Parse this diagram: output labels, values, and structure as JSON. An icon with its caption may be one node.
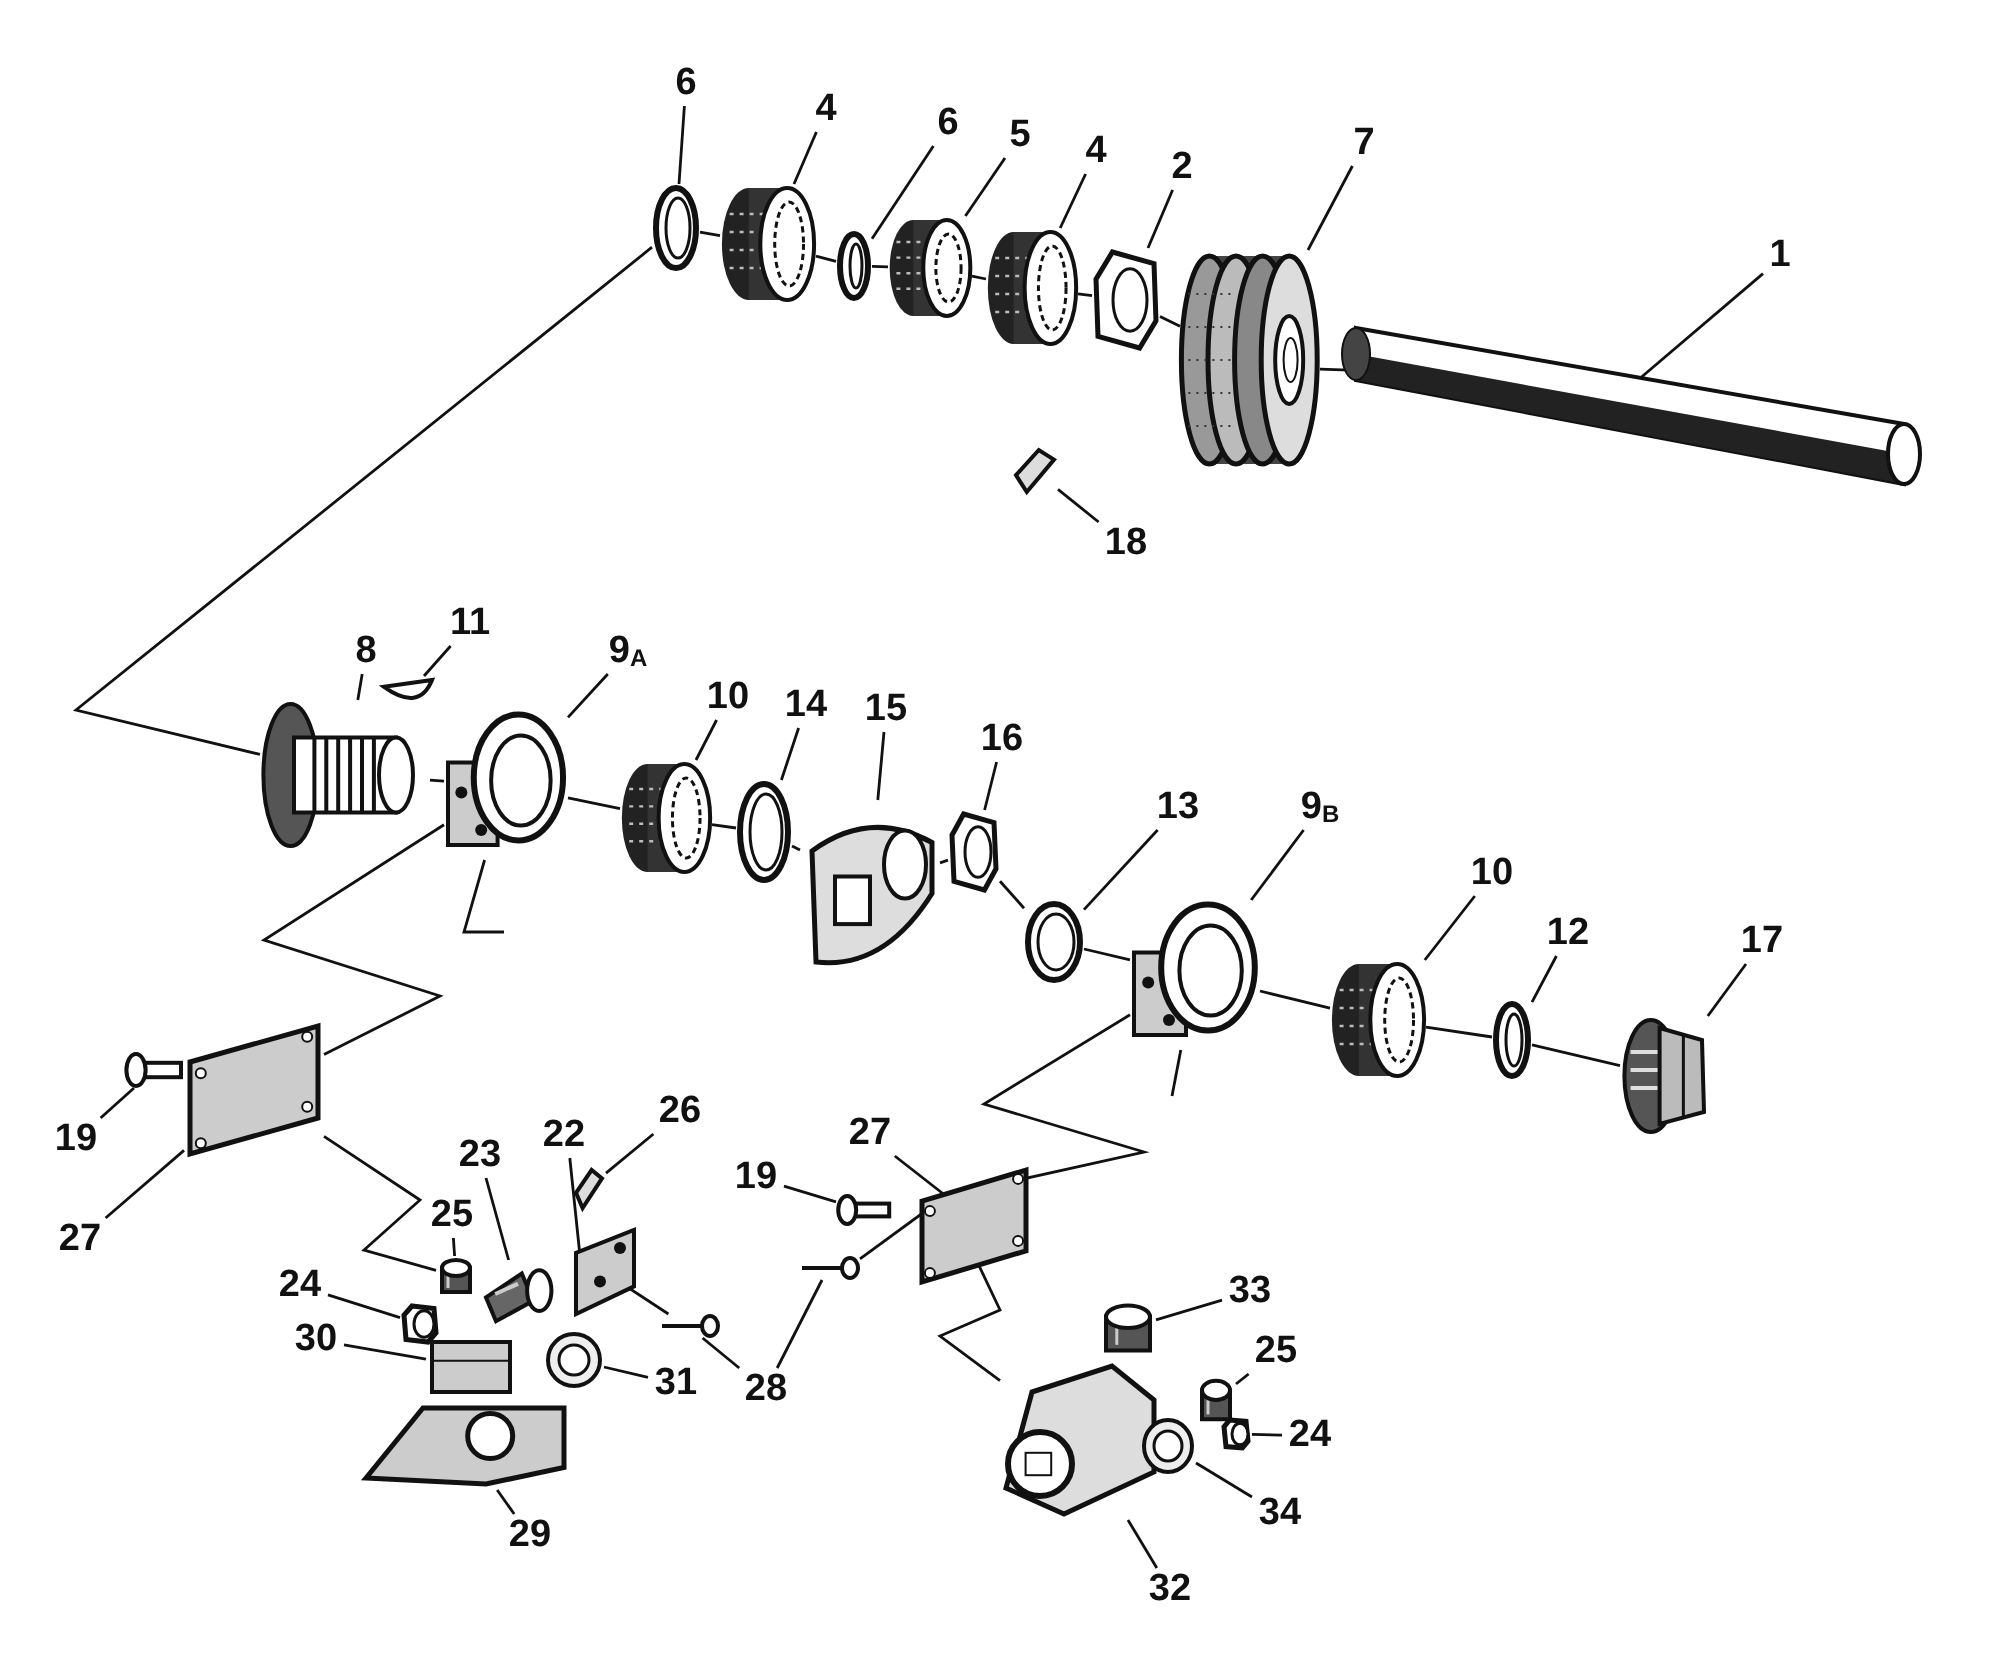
{
  "diagram": {
    "nodes": [
      {
        "text": [
          "6"
        ]
      },
      {
        "text": [
          "4"
        ]
      },
      {
        "text": [
          "6"
        ]
      },
      {
        "text": [
          "5"
        ]
      },
      {
        "text": [
          "4"
        ]
      },
      {
        "text": [
          "2"
        ]
      },
      {
        "text": [
          "7"
        ]
      },
      {
        "text": [
          "1"
        ]
      },
      {
        "text": [
          "18"
        ]
      },
      {
        "text": [
          "8"
        ]
      },
      {
        "text": [
          "11"
        ]
      },
      {
        "text": [
          "9$_{A}$"
        ]
      },
      {
        "text": [
          "10"
        ]
      },
      {
        "text": [
          "14"
        ]
      },
      {
        "text": [
          "15"
        ]
      },
      {
        "text": [
          "16"
        ]
      },
      {
        "text": [
          "13"
        ]
      },
      {
        "text": [
          "9$_{B}$"
        ]
      },
      {
        "text": [
          "10"
        ]
      },
      {
        "text": [
          "12"
        ]
      },
      {
        "text": [
          "17"
        ]
      },
      {
        "text": [
          "19"
        ]
      },
      {
        "text": [
          "27"
        ]
      },
      {
        "text": [
          "23"
        ]
      },
      {
        "text": [
          "22"
        ]
      },
      {
        "text": [
          "26"
        ]
      },
      {
        "text": [
          "25"
        ]
      },
      {
        "text": [
          "24"
        ]
      },
      {
        "text": [
          "30"
        ]
      },
      {
        "text": [
          "31"
        ]
      },
      {
        "text": [
          "28"
        ]
      },
      {
        "text": [
          "29"
        ]
      },
      {
        "text": [
          "19"
        ]
      },
      {
        "text": [
          "27"
        ]
      },
      {
        "text": [
          "33"
        ]
      },
      {
        "text": [
          "25"
        ]
      },
      {
        "text": [
          "24"
        ]
      },
      {
        "text": [
          "34"
        ]
      },
      {
        "text": [
          "32"
        ]
      },
      {
        "text": [],
        "shape": "picture"
      },
      {
        "text": [],
        "shape": "picture"
      },
      {
        "text": [],
        "shape": "picture"
      },
      {
        "text": [],
        "shape": "picture"
      },
      {
        "text": [],
        "shape": "picture"
      },
      {
        "text": [],
        "shape": "picture"
      },
      {
        "text": [],
        "shape": "picture"
      },
      {
        "text": [],
        "shape": "picture"
      },
      {
        "text": [],
        "shape": "picture"
      },
      {
        "text": [],
        "shape": "picture"
      },
      {
        "text": [],
        "shape": "picture"
      },
      {
        "text": [],
        "shape": "picture"
      },
      {
        "text": [],
        "shape": "picture"
      },
      {
        "text": [],
        "shape": "picture"
      },
      {
        "text": [],
        "shape": "picture"
      },
      {
        "text": [],
        "shape": "picture"
      },
      {
        "text": [],
        "shape": "picture"
      },
      {
        "text": [],
        "shape": "picture"
      },
      {
        "text": [],
        "shape": "picture"
      },
      {
        "text": [],
        "shape": "picture"
      },
      {
        "text": [],
        "shape": "picture"
      },
      {
        "text": [],
        "shape": "picture"
      },
      {
        "text": [],
        "shape": "picture"
      },
      {
        "text": [],
        "shape": "picture"
      },
      {
        "text": [],
        "shape": "picture"
      },
      {
        "text": [],
        "shape": "picture"
      },
      {
        "text": [],
        "shape": "picture"
      },
      {
        "text": [],
        "shape": "picture"
      },
      {
        "text": [],
        "shape": "picture"
      },
      {
        "text": [],
        "shape": "picture"
      },
      {
        "text": [],
        "shape": "picture"
      },
      {
        "text": [],
        "shape": "picture"
      },
      {
        "text": [],
        "shape": "picture"
      },
      {
        "text": [],
        "shape": "picture"
      },
      {
        "text": [],
        "shape": "picture"
      },
      {
        "text": [],
        "shape": "picture"
      },
      {
        "text": [],
        "shape": "picture"
      },
      {
        "text": [],
        "shape": "picture"
      },
      {
        "text": [],
        "shape": "picture"
      },
      {
        "text": [],
        "shape": "picture"
      }
    ],
    "edges": [
      {
        "from": 0,
        "to": 39,
        "arrow": "none"
      },
      {
        "from": 1,
        "to": 40,
        "arrow": "none"
      },
      {
        "from": 2,
        "to": 41,
        "arrow": "none"
      },
      {
        "from": 3,
        "to": 42,
        "arrow": "none"
      },
      {
        "from": 4,
        "to": 43,
        "arrow": "none"
      },
      {
        "from": 5,
        "to": 44,
        "arrow": "none"
      },
      {
        "from": 6,
        "to": 45,
        "arrow": "none"
      },
      {
        "from": 7,
        "to": 46,
        "arrow": "none"
      },
      {
        "from": 8,
        "to": 47,
        "arrow": "none"
      },
      {
        "from": 9,
        "to": 48,
        "arrow": "none"
      },
      {
        "from": 10,
        "to": 49,
        "arrow": "none"
      },
      {
        "from": 11,
        "to": 50,
        "arrow": "none"
      },
      {
        "from": 12,
        "to": 51,
        "arrow": "none"
      },
      {
        "from": 13,
        "to": 52,
        "arrow": "none"
      },
      {
        "from": 14,
        "to": 53,
        "arrow": "none"
      },
      {
        "from": 15,
        "to": 54,
        "arrow": "none"
      },
      {
        "from": 16,
        "to": 55,
        "arrow": "none"
      },
      {
        "from": 17,
        "to": 56,
        "arrow": "none"
      },
      {
        "from": 18,
        "to": 57,
        "arrow": "none"
      },
      {
        "from": 19,
        "to": 58,
        "arrow": "none"
      },
      {
        "from": 20,
        "to": 59,
        "arrow": "none"
      },
      {
        "from": 21,
        "to": 60,
        "arrow": "none"
      },
      {
        "from": 22,
        "to": 61,
        "arrow": "none"
      },
      {
        "from": 23,
        "to": 64,
        "arrow": "none"
      },
      {
        "from": 24,
        "to": 63,
        "arrow": "none"
      },
      {
        "from": 25,
        "to": 62,
        "arrow": "none"
      },
      {
        "from": 26,
        "to": 65,
        "arrow": "none"
      },
      {
        "from": 27,
        "to": 66,
        "arrow": "none"
      },
      {
        "from": 28,
        "to": 67,
        "arrow": "none"
      },
      {
        "from": 29,
        "to": 68,
        "arrow": "none"
      },
      {
        "from": 30,
        "to": 70,
        "arrow": "none"
      },
      {
        "from": 30,
        "to": 71,
        "arrow": "none"
      },
      {
        "from": 31,
        "to": 69,
        "arrow": "none"
      },
      {
        "from": 32,
        "to": 72,
        "arrow": "none"
      },
      {
        "from": 33,
        "to": 73,
        "arrow": "none"
      },
      {
        "from": 34,
        "to": 75,
        "arrow": "none"
      },
      {
        "from": 35,
        "to": 76,
        "arrow": "none"
      },
      {
        "from": 36,
        "to": 77,
        "arrow": "none"
      },
      {
        "from": 37,
        "to": 78,
        "arrow": "none"
      },
      {
        "from": 38,
        "to": 74,
        "arrow": "none"
      },
      {
        "from": 39,
        "to": 48,
        "arrow": "none"
      },
      {
        "from": 39,
        "to": 40,
        "arrow": "none"
      },
      {
        "from": 48,
        "to": 50,
        "arrow": "none"
      },
      {
        "from": 50,
        "to": 61,
        "arrow": "none"
      },
      {
        "from": 50,
        "to": null,
        "arrow": "none"
      },
      {
        "from": 61,
        "to": 65,
        "arrow": "none"
      },
      {
        "from": 56,
        "to": 73,
        "arrow": "none"
      },
      {
        "from": 56,
        "to": null,
        "arrow": "none"
      },
      {
        "from": 63,
        "to": 70,
        "arrow": "none"
      },
      {
        "from": 71,
        "to": 73,
        "arrow": "none"
      },
      {
        "from": 73,
        "to": 74,
        "arrow": "none"
      },
      {
        "from": 40,
        "to": 41,
        "arrow": "none"
      },
      {
        "from": 41,
        "to": 42,
        "arrow": "none"
      },
      {
        "from": 42,
        "to": 43,
        "arrow": "none"
      },
      {
        "from": 43,
        "to": 44,
        "arrow": "none"
      },
      {
        "from": 44,
        "to": 45,
        "arrow": "none"
      },
      {
        "from": 45,
        "to": 46,
        "arrow": "none"
      },
      {
        "from": 50,
        "to": 51,
        "arrow": "none"
      },
      {
        "from": 51,
        "to": 52,
        "arrow": "none"
      },
      {
        "from": 52,
        "to": 53,
        "arrow": "none"
      },
      {
        "from": 53,
        "to": 54,
        "arrow": "none"
      },
      {
        "from": 54,
        "to": 55,
        "arrow": "none"
      },
      {
        "from": 55,
        "to": 56,
        "arrow": "none"
      },
      {
        "from": 56,
        "to": 57,
        "arrow": "none"
      },
      {
        "from": 57,
        "to": 58,
        "arrow": "none"
      },
      {
        "from": 58,
        "to": 59,
        "arrow": "none"
      }
    ]
  }
}
